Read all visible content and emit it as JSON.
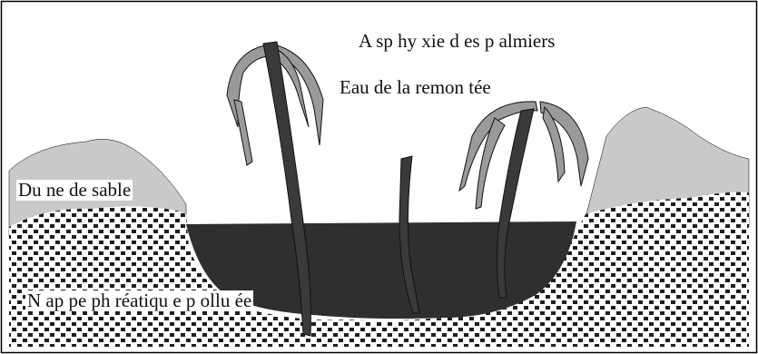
{
  "diagram": {
    "labels": {
      "title": "A sp hy xie d es p almiers",
      "water": "Eau de la remon tée",
      "dune": "Du ne de sable",
      "aquifer": "N ap pe ph réatiqu e p ollu ée"
    },
    "colors": {
      "frame": "#000000",
      "dune": "#c9c9c9",
      "sand_dots": "#1e1e1e",
      "water": "#2f2f2f",
      "trunk": "#3a3a3a",
      "fronds": "#9a9a9a"
    }
  }
}
